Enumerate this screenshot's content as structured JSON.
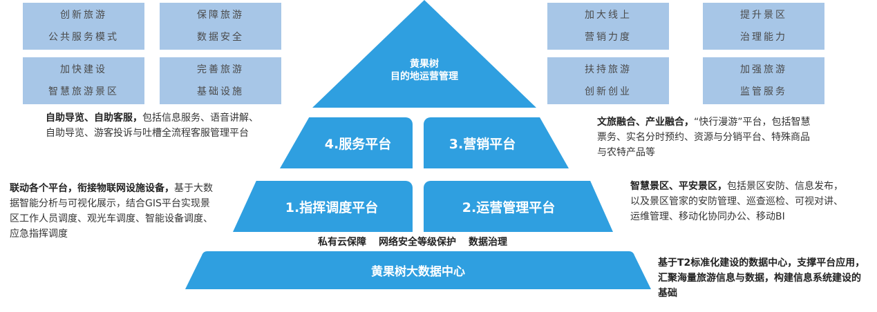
{
  "left_boxes": [
    {
      "line1": "创新旅游",
      "line2": "公共服务模式"
    },
    {
      "line1": "保障旅游",
      "line2": "数据安全"
    },
    {
      "line1": "加快建设",
      "line2": "智慧旅游景区"
    },
    {
      "line1": "完善旅游",
      "line2": "基础设施"
    }
  ],
  "right_boxes": [
    {
      "line1": "加大线上",
      "line2": "营销力度"
    },
    {
      "line1": "提升景区",
      "line2": "治理能力"
    },
    {
      "line1": "扶持旅游",
      "line2": "创新创业"
    },
    {
      "line1": "加强旅游",
      "line2": "监管服务"
    }
  ],
  "apex": {
    "line1": "黄果树",
    "line2": "目的地运营管理"
  },
  "platforms": {
    "service": "4.服务平台",
    "marketing": "3.营销平台",
    "command": "1.指挥调度平台",
    "operations": "2.运营管理平台"
  },
  "support_items": [
    "私有云保障",
    "网络安全等级保护",
    "数据治理"
  ],
  "data_center": "黄果树大数据中心",
  "descriptions": {
    "service": {
      "bold": "自助导览、自助客服，",
      "text": "包括信息服务、语音讲解、自助导览、游客投诉与吐槽全流程客服管理平台"
    },
    "marketing": {
      "bold": "文旅融合、产业融合，",
      "text": "“快行漫游”平台，包括智慧票务、实名分时预约、资源与分销平台、特殊商品与农特产品等"
    },
    "command": {
      "bold": "联动各个平台，衔接物联网设施设备，",
      "text": "基于大数据智能分析与可视化展示，结合GIS平台实现景区工作人员调度、观光车调度、智能设备调度、应急指挥调度"
    },
    "operations": {
      "bold": "智慧景区、平安景区，",
      "text": "包括景区安防、信息发布，以及景区管家的安防管理、巡查巡检、可视对讲、运维管理、移动化协同办公、移动BI"
    },
    "data_center": {
      "bold": "基于T2标准化建设的数据中心，支撑平台应用，汇聚海量旅游信息与数据，构建信息系统建设的基础",
      "text": ""
    }
  },
  "colors": {
    "box_fill": "#a7c6e7",
    "pyramid_fill": "#2f9fe0"
  }
}
